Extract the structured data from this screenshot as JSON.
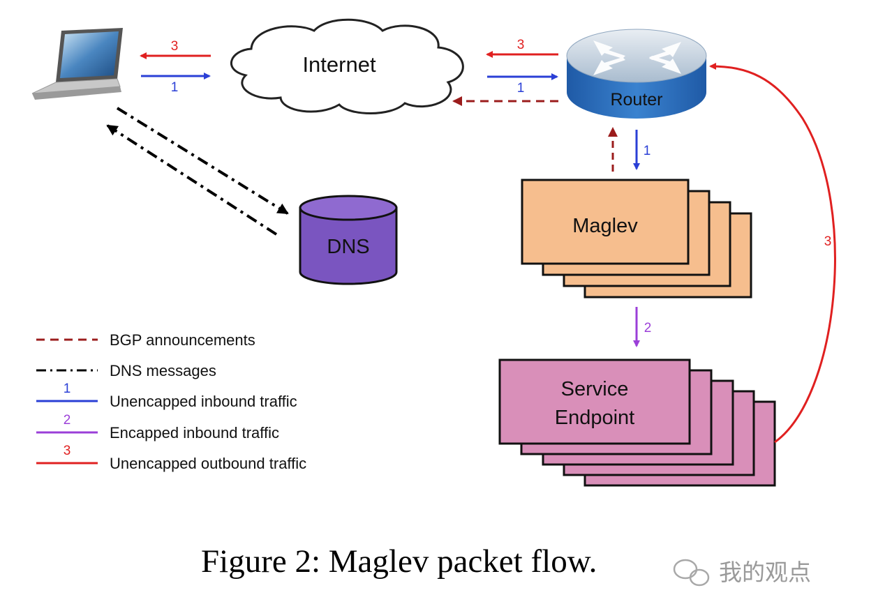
{
  "nodes": {
    "internet": "Internet",
    "router": "Router",
    "dns": "DNS",
    "maglev": "Maglev",
    "service_endpoint_line1": "Service",
    "service_endpoint_line2": "Endpoint"
  },
  "flow_numbers": {
    "outbound": "3",
    "inbound_unencapped": "1",
    "inbound_encapped": "2"
  },
  "legend": [
    {
      "label": "BGP announcements",
      "number": ""
    },
    {
      "label": "DNS messages",
      "number": ""
    },
    {
      "label": "Unencapped inbound traffic",
      "number": "1"
    },
    {
      "label": "Encapped inbound traffic",
      "number": "2"
    },
    {
      "label": "Unencapped outbound traffic",
      "number": "3"
    }
  ],
  "caption": "Figure 2: Maglev packet flow.",
  "watermark": "我的观点",
  "colors": {
    "bgp": "#9b1c1c",
    "dns": "#000000",
    "inbound": "#2a3fd6",
    "encapped": "#9b3fd8",
    "outbound": "#e02020",
    "maglev_fill": "#f6be8e",
    "endpoint_fill": "#d98fb9",
    "dns_fill": "#7a55c0",
    "router_fill": "#2f6fc0"
  }
}
